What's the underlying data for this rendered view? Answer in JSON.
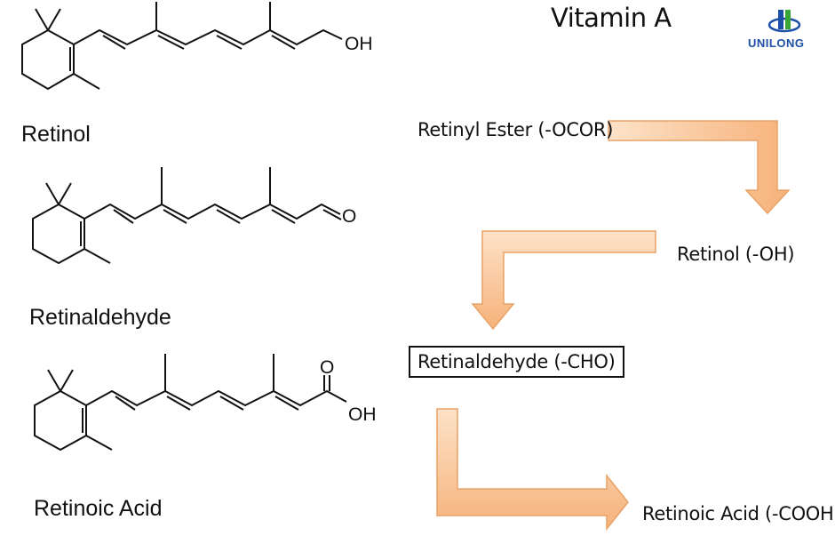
{
  "title": "Vitamin A",
  "logo": {
    "text": "UNILONG",
    "colors": {
      "blue": "#1d4fa6",
      "green": "#3aa635"
    }
  },
  "molecules": [
    {
      "name": "Retinol",
      "group_atoms": [
        "OH"
      ]
    },
    {
      "name": "Retinaldehyde",
      "group_atoms": [
        "O"
      ]
    },
    {
      "name": "Retinoic Acid",
      "group_atoms": [
        "O",
        "OH"
      ]
    }
  ],
  "pathway": {
    "steps": [
      {
        "label": "Retinyl Ester (-OCOR)"
      },
      {
        "label": "Retinol (-OH)"
      },
      {
        "label": "Retinaldehyde (-CHO)",
        "boxed": true
      },
      {
        "label": "Retinoic Acid (-COOH)"
      }
    ],
    "arrow_color": "#f8c9a0",
    "arrow_stroke": "#e8a266"
  }
}
